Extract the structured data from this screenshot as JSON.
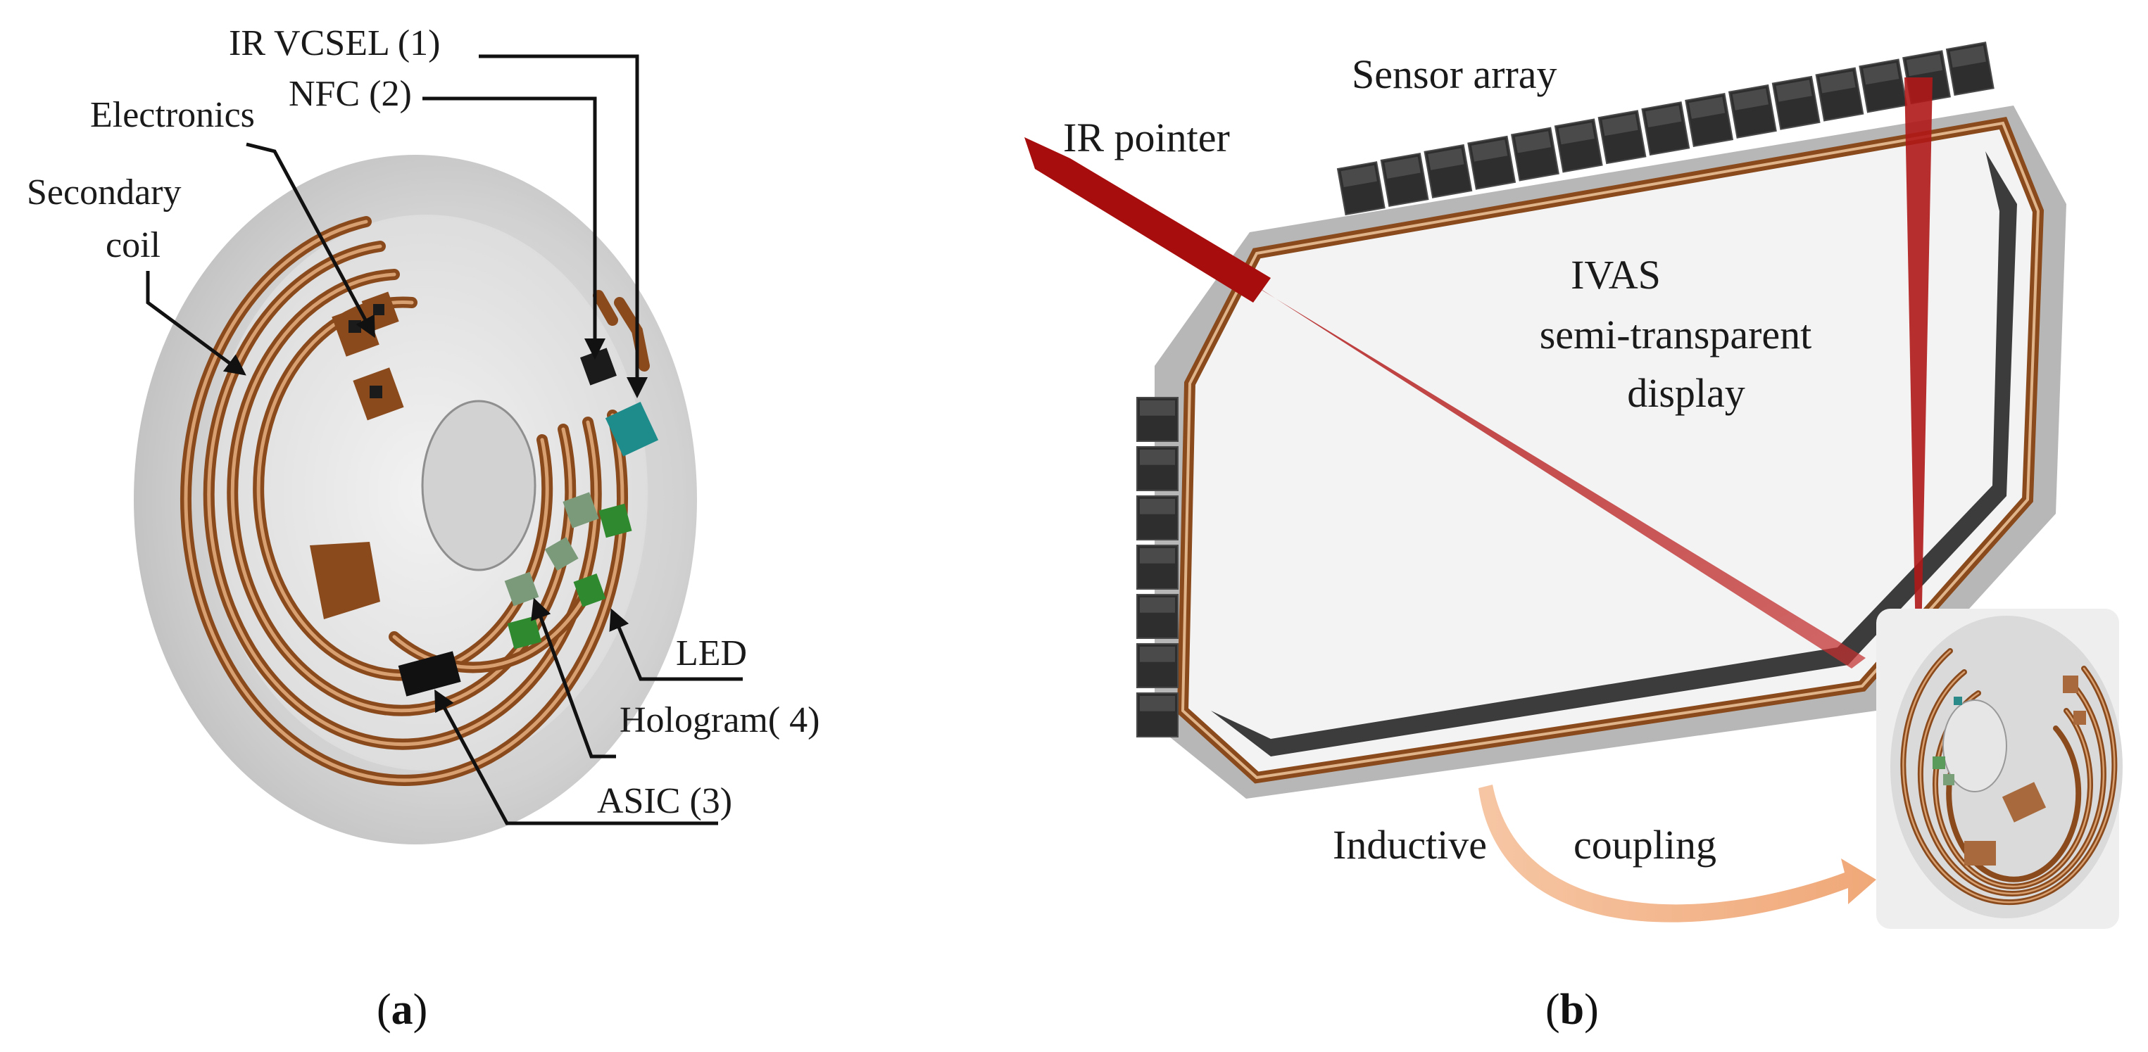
{
  "panel_a": {
    "labels": {
      "ir_vcsel": "IR VCSEL (1)",
      "nfc": "NFC (2)",
      "electronics": "Electronics",
      "secondary_1": "Secondary",
      "secondary_2": "coil",
      "led": "LED",
      "hologram": "Hologram( 4)",
      "asic": "ASIC (3)"
    },
    "caption": {
      "open": "(",
      "letter": "a",
      "close": ")"
    }
  },
  "panel_b": {
    "labels": {
      "sensor_array": "Sensor array",
      "ir_pointer": "IR pointer",
      "display_1": "IVAS",
      "display_2": "semi-transparent",
      "display_3": "display",
      "inductive": "Inductive",
      "coupling": "coupling"
    },
    "caption": {
      "open": "(",
      "letter": "b",
      "close": ")"
    }
  },
  "colors": {
    "copper": "#8a4a1c",
    "copper_light": "#d8a070",
    "laser": "#b01818",
    "sensor": "#2e2e2e",
    "frame": "#b7b7b7",
    "vcsel": "#1f8c8c",
    "led": "#2f8a2f",
    "coupling_arrow": "#f2b58a"
  }
}
